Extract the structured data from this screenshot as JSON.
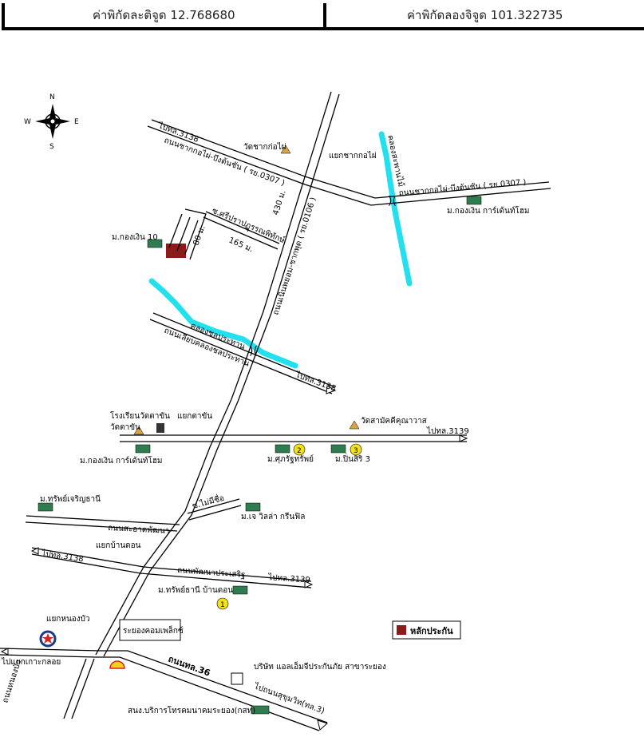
{
  "coordinates": {
    "latitude": "ค่าพิกัดละติจูด 12.768680",
    "longitude": "ค่าพิกัดลองจิจูด 101.322735"
  },
  "compass": {
    "n": "N",
    "s": "S",
    "e": "E",
    "w": "W"
  },
  "labels": {
    "to_3138_top": "ไปทล.3138",
    "road_chakkokai_w": "ถนนชากกอไผ่-บึงต้นชัน ( รย.0307 )",
    "road_chakkokai_e": "ถนนชากกอไผ่-บึงต้นชัน ( รย.0307 )",
    "wat_chakkokai": "วัดชากก่อไผ่",
    "junction_chakkokai": "แยกชากกอไผ่",
    "canal_east": "คลองสะพานไม้",
    "village_kongngoen_garden_e": "ม.กองเงิน การ์เด้นท์โฮม",
    "soi_siprapa": "ซ.ศรีปราปฏุรรณพิทักษ์",
    "dist_430": "430 ม.",
    "dist_165": "165 ม.",
    "dist_80": "80 ม.",
    "village_kongngoen_10": "ม.กองเงิน 10",
    "road_noen_chak": "ถนนเนินพยอม-ชากพุด ( รย.0106 )",
    "canal_west": "คลองชลประทาน",
    "road_canal": "ถนนเลียบคลองชลประทาน",
    "to_3138_mid": "ไปทล.3138",
    "school_wat_tachan": "โรงเรียนวัดตาขัน",
    "wat_tachan": "วัดตาขัน",
    "junction_tachan": "แยกตาขัน",
    "wat_samakkhi": "วัดสามัคคีคุณาวาส",
    "to_3139": "ไปทล.3139",
    "village_kongngoen_garden_w": "ม.กองเงิน การ์เด้นท์โฮม",
    "village_kulrat": "ม.ศุภรัฐทรัพย์",
    "village_pinsiri": "ม.ปิ่นสิริ 3",
    "num2": "2",
    "num3": "3",
    "num1": "1",
    "village_sap_charoen": "ม.ทรัพย์เจริญธานี",
    "soi_maidaeng": "ซ.ไม่มีชื่อ",
    "village_villa": "ม.เจ วิลล่า กรีนฟิล",
    "road_sahakan": "ถนนสะอาดพัฒนา",
    "to_3138_left": "ไปทล.3138",
    "junction_bandon": "แยกบ้านดอน",
    "road_phatthana": "ถนนพัฒนาประเสริฐ",
    "to_3139_low": "ไปทล.3139",
    "village_sap_bandon": "ม.ทรัพย์ธานี บ้านดอน",
    "junction_nongbua": "แยกหนองบัว",
    "rayong_complex": "ระยองคอมเพล็กซ์",
    "legend_text": "หลักประกัน",
    "to_taphut": "ไปแยกเกาะกลอย",
    "road_36": "ถนนทล.36",
    "company": "บริษัท แอลเอ็มจีประกันภัย สาขาระยอง",
    "to_sukhumvit": "ไปถนนสุขุมวิท(ทล.3)",
    "road_nongbua": "ถนนหนองบัว",
    "tot": "สนง.บริการโทรคมนาคมระยอง(กสท)"
  }
}
